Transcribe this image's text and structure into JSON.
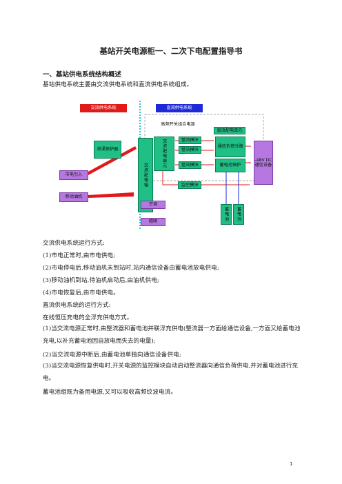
{
  "title": "基站开关电源柜一、二次下电配置指导书",
  "section1": {
    "heading": "一、基站供电系统结构概述",
    "intro": "基站供电系统主要由交流供电系统和直流供电系统组成。"
  },
  "diagram": {
    "ac_header": "交流供电系统",
    "dc_header": "直流供电系统",
    "hf_combo": "高频开关组合电源",
    "dc_unit": "直流配电单元",
    "surge": "浪涌保护器",
    "mains": "市电引入",
    "generator": "移动油机",
    "ac_dist_box": "交流配电箱",
    "ac_dist_unit": "交流配电单元",
    "rect1": "整流模块",
    "rect2": "整流模块",
    "rect3": "整流模块",
    "monitor": "监控模块",
    "load_split": "通信负荷分路",
    "battery_protect": "蓄电池保护",
    "dc48": "-48V DC 通信设备",
    "battery1": "蓄电池",
    "battery2": "蓄电池",
    "aircon": "空调",
    "lighting": "照明"
  },
  "ac_run": {
    "heading": "交流供电系统运行方式:",
    "items": [
      "(1)市电正常时,由市电供电;",
      "(2)市电停电后,移动油机未到站时,站内通信设备由蓄电池放电供电;",
      "(3)移动油机到站,待油机启动后,由油机供电;",
      "(4)市电恢复后,由市电供电。"
    ]
  },
  "dc_run": {
    "heading": "直流供电系统的运行方式:",
    "line1": "在线恒压充电的全浮充供电方式。",
    "item1": "(1)当交流电源正常时,由整流器和蓄电池并联浮充供电(整流器一方面给通信设备,一方面又给蓄电池充电,以补充蓄电池因自放电而失去的电量);",
    "item2": "(2)当交流电源中断后,由蓄电池单独向通信设备供电;",
    "item3": "(3)当交流电源恢复供电时,开关电源的监控模块自动启动整流器向通信负荷供电,并对蓄电池进行充电。",
    "line_last": "蓄电池组既为备用电源,又可以吸收高频纹波电流。"
  },
  "page_number": "1",
  "colors": {
    "green": "#1fbf86",
    "purple": "#b678e0",
    "red": "#e01a1a",
    "blue": "#1e2ad8",
    "dashed": "#20c8d8"
  }
}
